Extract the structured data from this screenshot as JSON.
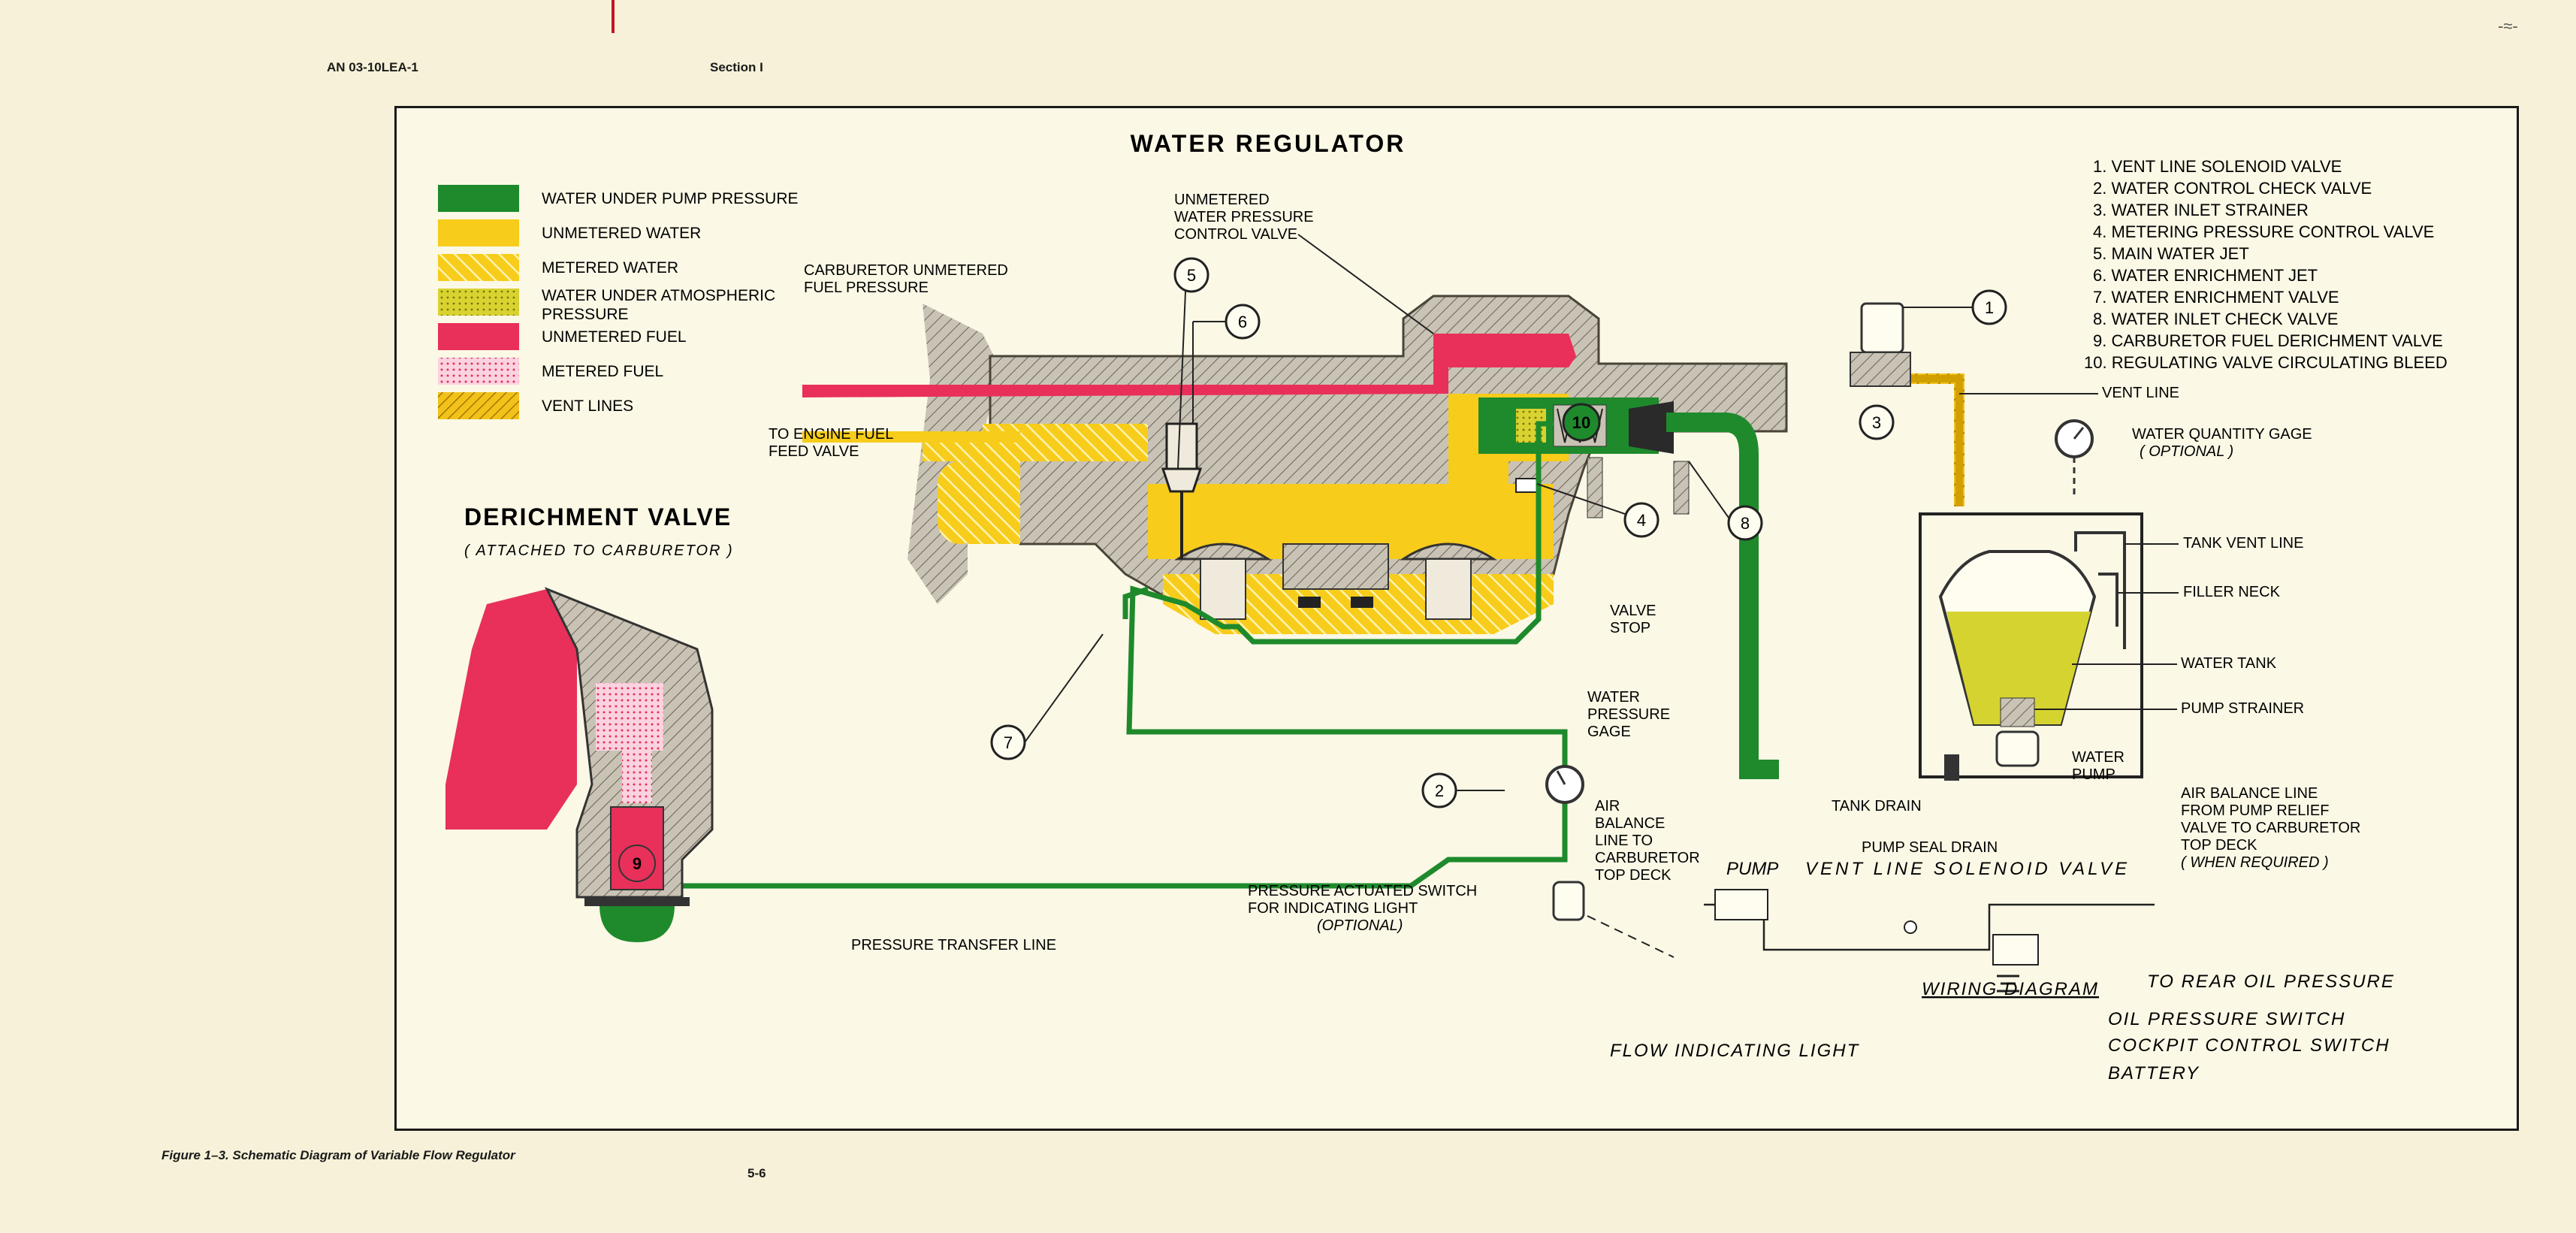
{
  "header": {
    "doc_id": "AN 03-10LEA-1",
    "section": "Section I"
  },
  "figure": {
    "title": "WATER REGULATOR",
    "caption": "Figure 1–3. Schematic Diagram of Variable Flow Regulator",
    "page_number": "5-6"
  },
  "colors": {
    "green": "#1e8a2c",
    "yellow": "#f7cc1a",
    "red": "#e8305a",
    "pink": "#f6a8c0",
    "olive": "#c8c62a",
    "grey": "#b4aea0"
  },
  "legend": [
    {
      "label": "WATER UNDER PUMP PRESSURE",
      "style": "green"
    },
    {
      "label": "UNMETERED WATER",
      "style": "yellow"
    },
    {
      "label": "METERED WATER",
      "style": "yellow-hatched"
    },
    {
      "label": "WATER UNDER ATMOSPHERIC",
      "label2": "PRESSURE",
      "style": "olive-dotted"
    },
    {
      "label": "UNMETERED FUEL",
      "style": "red"
    },
    {
      "label": "METERED FUEL",
      "style": "pink-dotted"
    },
    {
      "label": "VENT LINES",
      "style": "yellow-diagonal"
    }
  ],
  "parts": [
    "1. VENT LINE SOLENOID VALVE",
    "2. WATER CONTROL CHECK VALVE",
    "3. WATER INLET STRAINER",
    "4. METERING PRESSURE CONTROL VALVE",
    "5. MAIN WATER JET",
    "6. WATER ENRICHMENT JET",
    "7. WATER ENRICHMENT VALVE",
    "8. WATER INLET CHECK VALVE",
    "9. CARBURETOR FUEL DERICHMENT VALVE",
    "10. REGULATING VALVE CIRCULATING BLEED"
  ],
  "derichment": {
    "title": "DERICHMENT VALVE",
    "subtitle": "( ATTACHED TO CARBURETOR )"
  },
  "callouts": {
    "vent_line": "VENT LINE",
    "water_qty_gage": "WATER QUANTITY GAGE",
    "optional": "( OPTIONAL )",
    "tank_vent_line": "TANK VENT LINE",
    "filler_neck": "FILLER NECK",
    "water_tank": "WATER TANK",
    "pump_strainer": "PUMP STRAINER",
    "water": "WATER",
    "pump": "PUMP",
    "air_balance_1": "AIR BALANCE LINE",
    "air_balance_2": "FROM PUMP RELIEF",
    "air_balance_3": "VALVE TO CARBURETOR",
    "air_balance_4": "TOP DECK",
    "when_required": "( WHEN REQUIRED )",
    "tank_drain": "TANK DRAIN",
    "pump_seal_drain": "PUMP SEAL DRAIN",
    "unmetered_valve_1": "UNMETERED",
    "unmetered_valve_2": "WATER PRESSURE",
    "unmetered_valve_3": "CONTROL VALVE",
    "carb_unmetered_1": "CARBURETOR UNMETERED",
    "carb_unmetered_2": "FUEL PRESSURE",
    "engine_feed_1": "TO ENGINE FUEL",
    "engine_feed_2": "FEED VALVE",
    "valve_stop_1": "VALVE",
    "valve_stop_2": "STOP",
    "water_gage_1": "WATER",
    "water_gage_2": "PRESSURE",
    "water_gage_3": "GAGE",
    "air_bal_carb_1": "AIR",
    "air_bal_carb_2": "BALANCE",
    "air_bal_carb_3": "LINE TO",
    "air_bal_carb_4": "CARBURETOR",
    "air_bal_carb_5": "TOP DECK",
    "pressure_switch_1": "PRESSURE ACTUATED SWITCH",
    "pressure_switch_2": "FOR INDICATING LIGHT",
    "pressure_switch_3": "(OPTIONAL)",
    "pressure_transfer": "PRESSURE TRANSFER LINE"
  },
  "wiring": {
    "title": "WIRING DIAGRAM",
    "pump": "PUMP",
    "vent_solenoid": "VENT LINE SOLENOID VALVE",
    "rear_oil": "TO REAR OIL PRESSURE",
    "oil_switch": "OIL PRESSURE SWITCH",
    "cockpit_switch": "COCKPIT CONTROL SWITCH",
    "battery": "BATTERY",
    "flow_light": "FLOW INDICATING LIGHT"
  },
  "numbers": [
    "1",
    "2",
    "3",
    "4",
    "5",
    "6",
    "7",
    "8",
    "9",
    "10"
  ]
}
